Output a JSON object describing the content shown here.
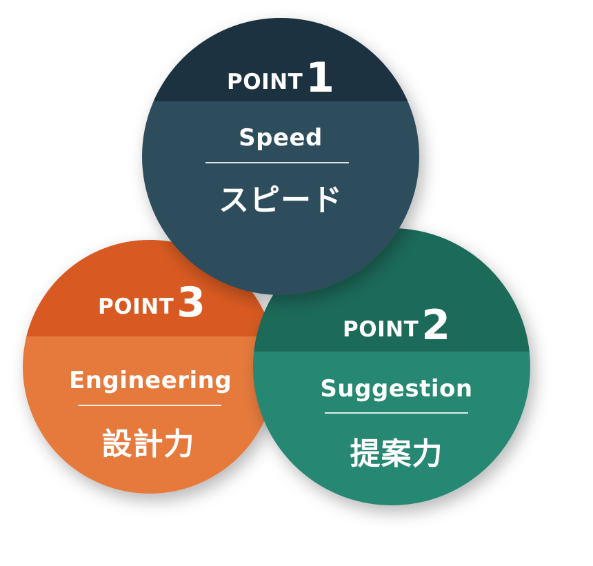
{
  "colors": {
    "point1_band": "#1f3340",
    "point1_body": "#2f4e5c",
    "point2_band": "#1b6b59",
    "point2_body": "#258772",
    "point3_band": "#d85a22",
    "point3_body": "#e67a3c",
    "shadow": "#000000"
  },
  "points": [
    {
      "word": "POINT",
      "number": "1",
      "en": "Speed",
      "jp": "スピード"
    },
    {
      "word": "POINT",
      "number": "2",
      "en": "Suggestion",
      "jp": "提案力"
    },
    {
      "word": "POINT",
      "number": "3",
      "en": "Engineering",
      "jp": "設計力"
    }
  ]
}
